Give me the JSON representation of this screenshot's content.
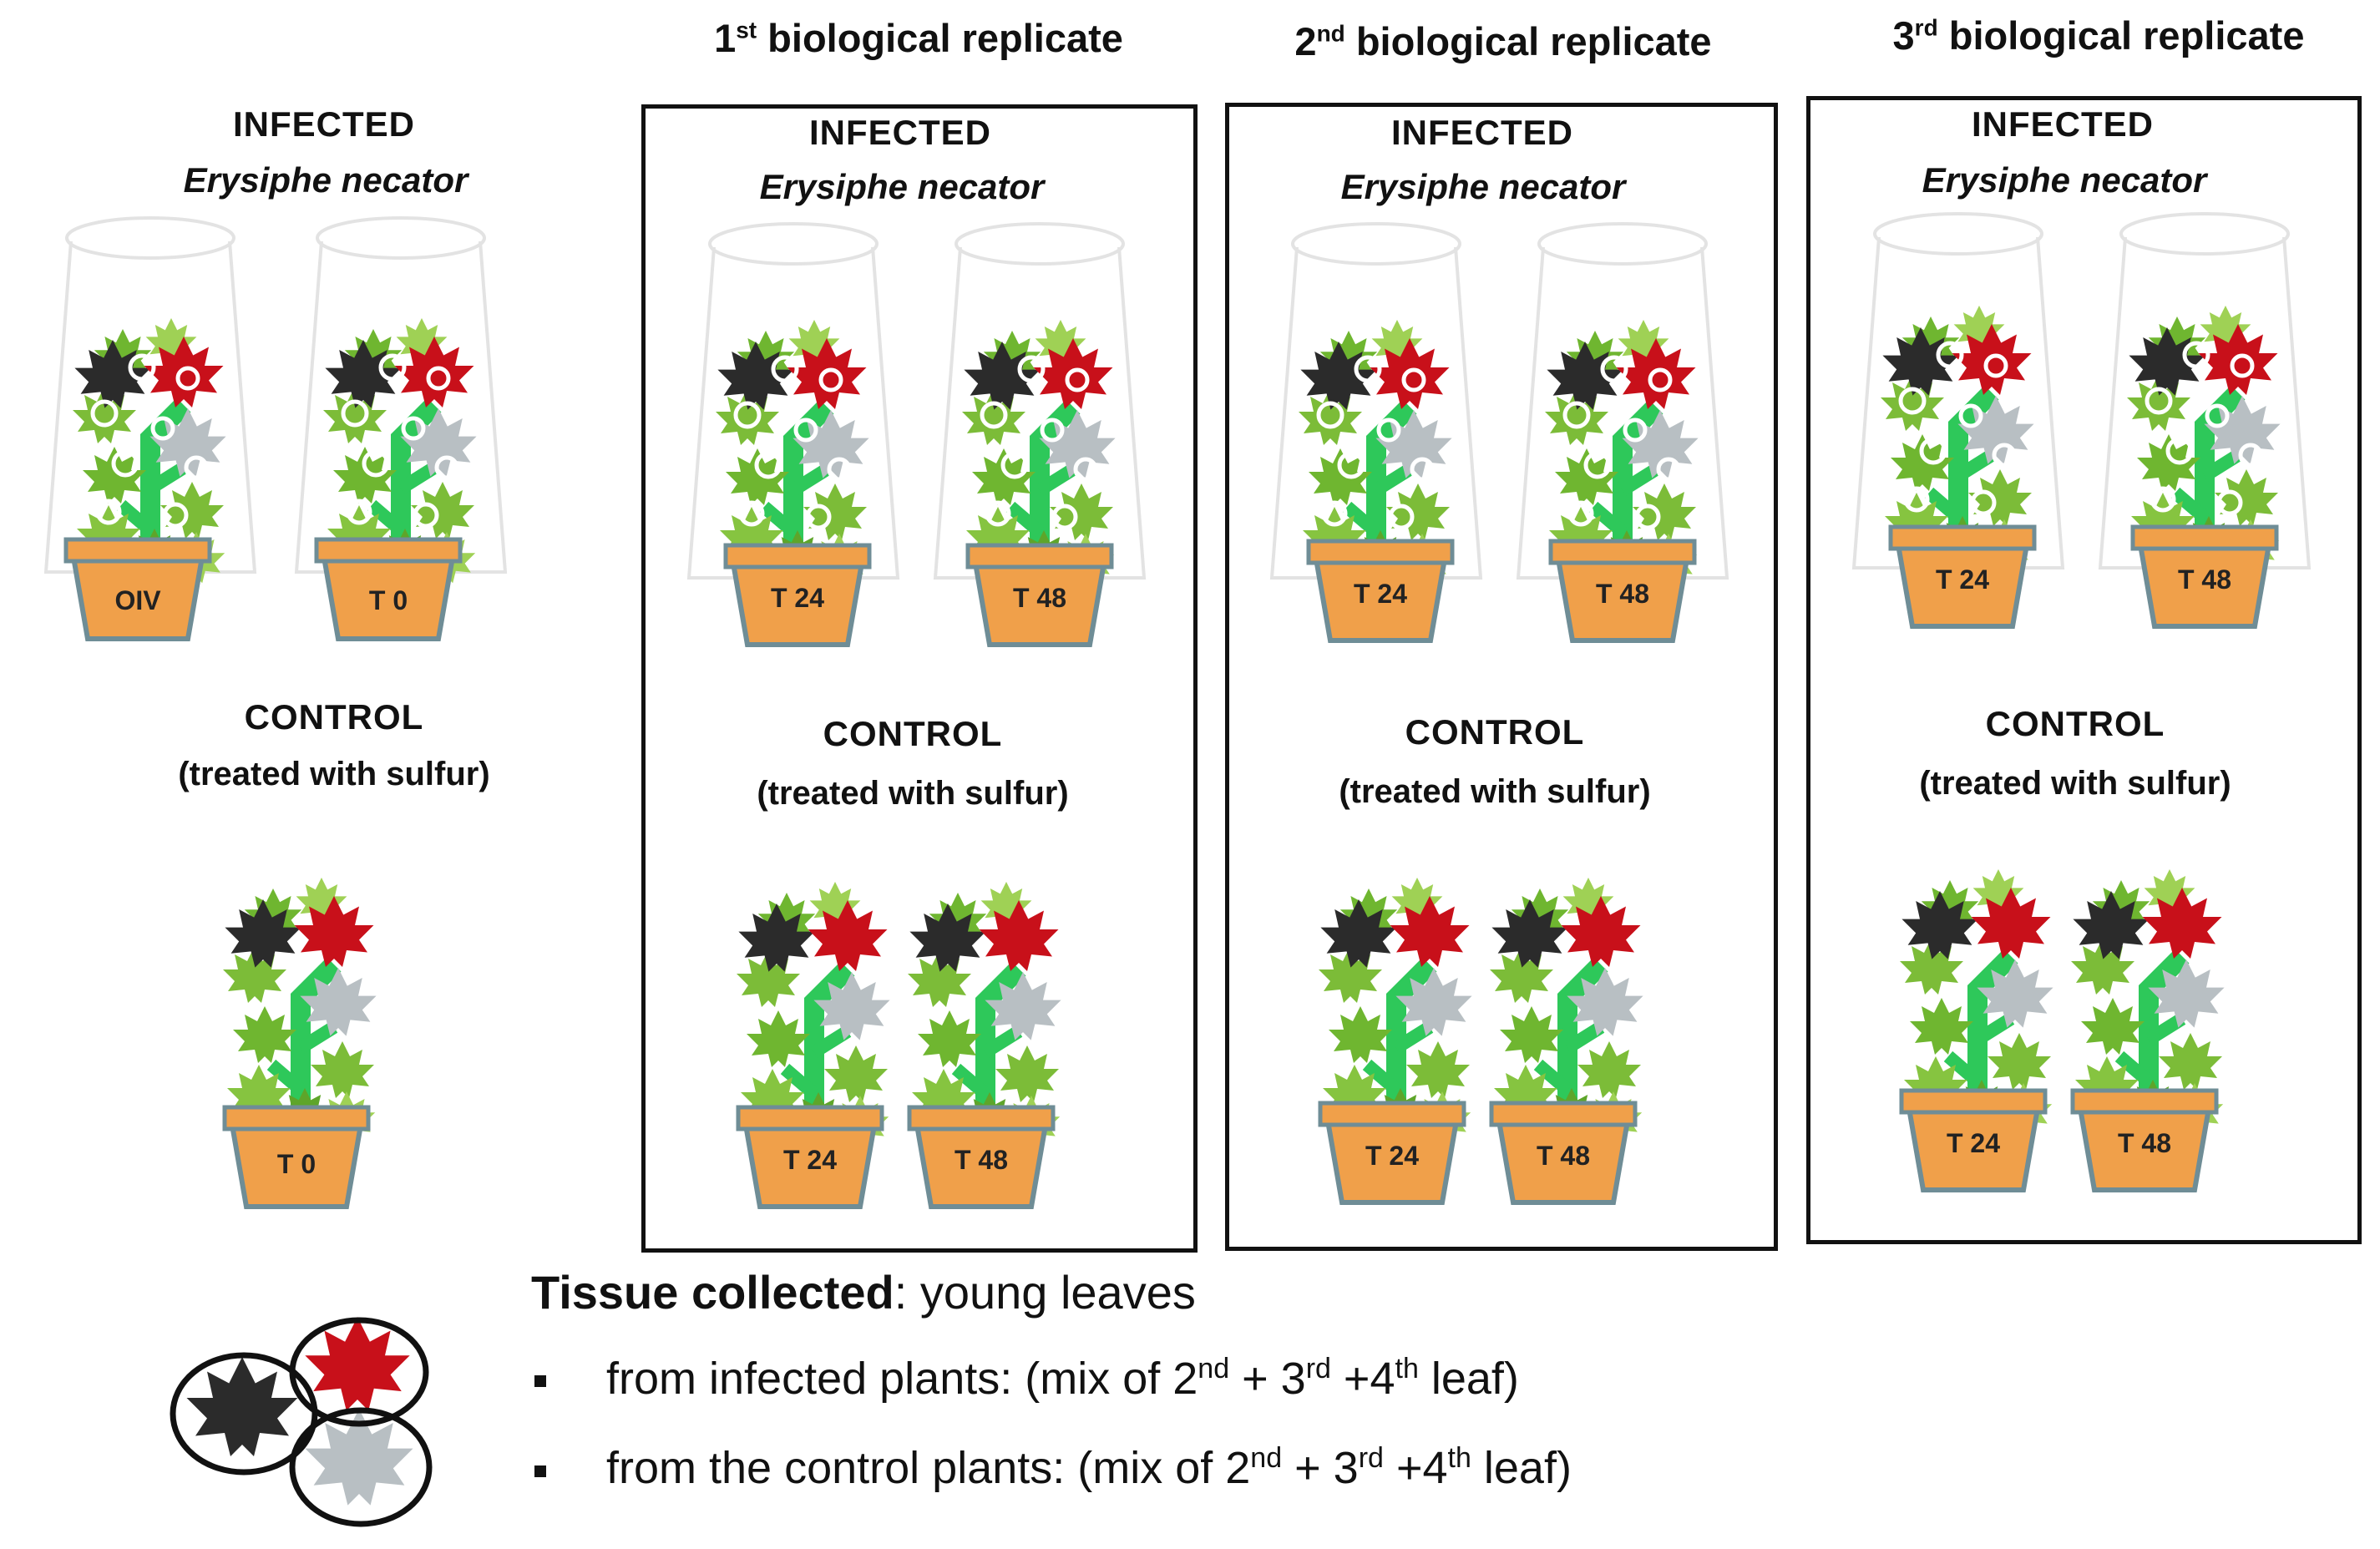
{
  "labels": {
    "infected": "INFECTED",
    "species": "Erysiphe necator",
    "control": "CONTROL",
    "treated": "(treated with sulfur)"
  },
  "replicates": [
    {
      "num": "1",
      "sup": "st",
      "title": " biological replicate",
      "infected_pots": [
        "T 24",
        "T 48"
      ],
      "control_pots": [
        "T 24",
        "T 48"
      ]
    },
    {
      "num": "2",
      "sup": "nd",
      "title": " biological replicate",
      "infected_pots": [
        "T 24",
        "T 48"
      ],
      "control_pots": [
        "T 24",
        "T 48"
      ]
    },
    {
      "num": "3",
      "sup": "rd",
      "title": " biological replicate",
      "infected_pots": [
        "T 24",
        "T 48"
      ],
      "control_pots": [
        "T 24",
        "T 48"
      ]
    }
  ],
  "baseline": {
    "infected_pots": [
      "OIV",
      "T 0"
    ],
    "control_pots": [
      "T 0"
    ]
  },
  "legend": {
    "head_bold": "Tissue collected",
    "head_rest": ": young leaves",
    "item1_pre": "from infected plants: (mix of 2",
    "item2_pre": "from the control plants: (mix of 2",
    "sup_nd": "nd",
    "mid_3": " + 3",
    "sup_rd": "rd",
    "mid_4": " +4",
    "sup_th": "th",
    "tail": " leaf)"
  },
  "colors": {
    "leaf_green": "#6fb630",
    "leaf_light": "#9fd155",
    "stem": "#2ec85a",
    "leaf_black": "#2b2b2b",
    "leaf_red": "#c8101a",
    "leaf_grey": "#b8bfc3",
    "pot": "#f0a04a",
    "pot_edge": "#6f8d96"
  }
}
